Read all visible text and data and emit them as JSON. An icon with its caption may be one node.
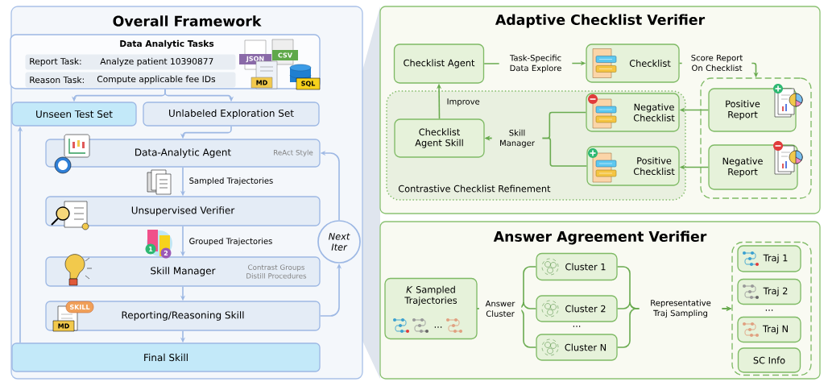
{
  "diagram": {
    "nodes": [
      {
        "text": [
          "Overall Framework"
        ]
      },
      {
        "text": [
          "Data Analytic Tasks"
        ],
        "in": 0
      },
      {
        "text": [
          "Report Task:",
          "Analyze patient 10390877"
        ],
        "in": 1
      },
      {
        "text": [
          "Reason Task:",
          "Compute applicable fee IDs"
        ],
        "in": 1
      },
      {
        "text": [
          "Unseen Test Set"
        ],
        "in": 0
      },
      {
        "text": [
          "Unlabeled Exploration Set"
        ],
        "in": 0
      },
      {
        "text": [
          "Data-Analytic Agent",
          "ReAct Style"
        ],
        "in": 0
      },
      {
        "text": [
          "Unsupervised Verifier"
        ],
        "in": 0
      },
      {
        "text": [
          "Skill Manager",
          "Contrast Groups Distill Procedures"
        ],
        "in": 0
      },
      {
        "text": [
          "Reporting/Reasoning Skill"
        ],
        "in": 0
      },
      {
        "text": [
          "Final Skill"
        ],
        "in": 0
      },
      {
        "text": [
          "Next Iter"
        ],
        "in": 0
      },
      {
        "text": [
          "Adaptive Checklist Verifier"
        ]
      },
      {
        "text": [
          "Checklist Agent"
        ],
        "in": 12
      },
      {
        "text": [
          "Checklist"
        ],
        "in": 12
      },
      {
        "text": [
          "Contrastive Checklist Refinement"
        ],
        "in": 12
      },
      {
        "text": [
          "Checklist Agent Skill"
        ],
        "in": 15
      },
      {
        "text": [
          "Negative Checklist"
        ],
        "in": 15
      },
      {
        "text": [
          "Positive Checklist"
        ],
        "in": 15
      },
      {
        "text": [],
        "shape": "box",
        "in": 12
      },
      {
        "text": [
          "Positive Report"
        ],
        "in": 19
      },
      {
        "text": [
          "Negative Report"
        ],
        "in": 19
      },
      {
        "text": [
          "Answer Agreement Verifier"
        ]
      },
      {
        "text": [
          "*K* Sampled Trajectories"
        ],
        "in": 22
      },
      {
        "text": [
          "Cluster 1"
        ],
        "in": 22
      },
      {
        "text": [
          "Cluster 2"
        ],
        "in": 22
      },
      {
        "text": [
          "Cluster N"
        ],
        "in": 22
      },
      {
        "text": [],
        "shape": "box",
        "in": 22
      },
      {
        "text": [
          "Traj 1"
        ],
        "in": 27
      },
      {
        "text": [
          "Traj 2"
        ],
        "in": 27
      },
      {
        "text": [
          "Traj N"
        ],
        "in": 27
      },
      {
        "text": [
          "SC Info"
        ],
        "in": 27
      }
    ],
    "edges": [
      {
        "from": 1,
        "to": 4,
        "arrow": "to",
        "color": "#9db8e4"
      },
      {
        "from": 1,
        "to": 5,
        "arrow": "to",
        "color": "#9db8e4"
      },
      {
        "from": 5,
        "to": 6,
        "arrow": "to",
        "color": "#9db8e4"
      },
      {
        "from": 6,
        "to": 7,
        "arrow": "to",
        "label": "Sampled Trajectories",
        "color": "#9db8e4"
      },
      {
        "from": 7,
        "to": 8,
        "arrow": "to",
        "label": "Grouped Trajectories",
        "color": "#9db8e4"
      },
      {
        "from": 8,
        "to": 9,
        "arrow": "to",
        "color": "#9db8e4"
      },
      {
        "from": 9,
        "to": 10,
        "arrow": "to",
        "color": "#9db8e4"
      },
      {
        "from": 9,
        "to": 11,
        "arrow": "to",
        "color": "#9db8e4"
      },
      {
        "from": 11,
        "to": 6,
        "arrow": "to",
        "color": "#9db8e4"
      },
      {
        "from": 10,
        "to": 4,
        "arrow": "to",
        "color": "#9db8e4"
      },
      {
        "from": 13,
        "to": 14,
        "arrow": "to",
        "label": "Task-Specific Data Explore"
      },
      {
        "from": 14,
        "to": 19,
        "arrow": "to",
        "label": "Score Report On Checklist"
      },
      {
        "from": 20,
        "to": 17,
        "arrow": "to"
      },
      {
        "from": 21,
        "to": 18,
        "arrow": "to"
      },
      {
        "from": 17,
        "to": 16,
        "arrow": "to",
        "label": "Skill Manager"
      },
      {
        "from": 18,
        "to": 16,
        "arrow": "to"
      },
      {
        "from": 16,
        "to": 13,
        "arrow": "to",
        "label": "Improve"
      },
      {
        "from": 23,
        "to": 24,
        "arrow": "none",
        "label": "Answer Cluster"
      },
      {
        "from": 23,
        "to": 25,
        "arrow": "none"
      },
      {
        "from": 23,
        "to": 26,
        "arrow": "none"
      },
      {
        "from": 24,
        "to": 27,
        "arrow": "to",
        "label": "Representative Traj Sampling"
      },
      {
        "from": 25,
        "to": 27,
        "arrow": "to"
      },
      {
        "from": 26,
        "to": 27,
        "arrow": "to"
      }
    ],
    "labels": [
      "JSON",
      "CSV",
      "MD",
      "SQL",
      "1",
      "2",
      "SKILL",
      "MD",
      "...",
      "...",
      "..."
    ]
  }
}
